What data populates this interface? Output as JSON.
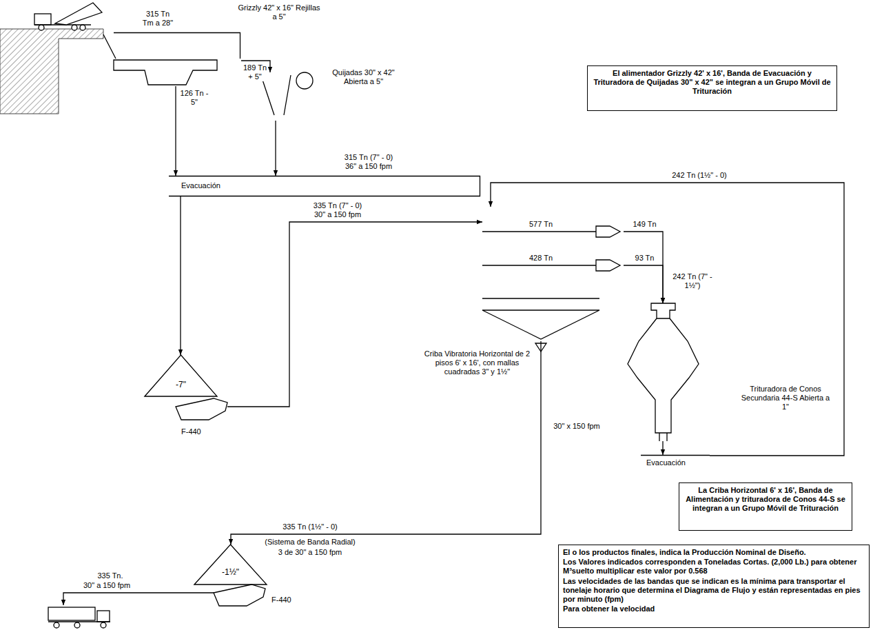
{
  "diagram": {
    "nodes": [
      {
        "text": [
          "Grizzly 42\" x 16\" Rejillas a 5\""
        ]
      },
      {
        "text": [
          "Quijadas 30\" x 42\" Abierta a 5\""
        ]
      },
      {
        "text": [
          "Evacuación"
        ]
      },
      {
        "text": [
          "-7\""
        ]
      },
      {
        "text": [
          "F-440"
        ]
      },
      {
        "text": [
          "Criba Vibratoria Horizontal de 2 pisos 6' x 16', con mallas cuadradas 3\" y 1½\""
        ]
      },
      {
        "text": [
          "Trituradora de Conos Secundaria 44-S Abierta a 1\""
        ]
      },
      {
        "text": [
          "Evacuación"
        ]
      },
      {
        "text": [
          "-1½\""
        ]
      },
      {
        "text": [
          "F-440"
        ]
      },
      {
        "text": [
          "El alimentador Grizzly 42' x 16', Banda de Evacuación y Trituradora de Quijadas 30\" x 42\" se integran a un Grupo Móvil de Trituración"
        ]
      },
      {
        "text": [
          "La Criba Horizontal 6' x 16', Banda de Alimentación y trituradora de Conos 44-S se integran a un Grupo Móvil de Trituración"
        ]
      },
      {
        "text": [
          "El o los productos finales, indica la Producción Nominal de Diseño.",
          "Los Valores indicados corresponden a Toneladas Cortas. (2,000 Lb.) para obtener M³suelto multiplicar este valor por 0.568",
          "Las velocidades de las bandas que se indican es la mínima para transportar el tonelaje horario que determina el Diagrama de Flujo y están representadas en pies por minuto (fpm)",
          "Para obtener la velocidad"
        ]
      }
    ],
    "edges": [
      {
        "from": 0,
        "to": 1,
        "arrow": "to",
        "label": "189 Tn + 5\""
      },
      {
        "from": 0,
        "to": 2,
        "arrow": "to",
        "label": "126 Tn - 5\""
      },
      {
        "from": 1,
        "to": 2,
        "arrow": "to"
      },
      {
        "from": 2,
        "to": 3,
        "arrow": "to",
        "label": "315 Tn (7\" - 0) 36\" a 150 fpm"
      },
      {
        "from": 4,
        "to": 5,
        "arrow": "to",
        "label": "335 Tn (7\" - 0) 30\" a 150 fpm"
      },
      {
        "from": 5,
        "to": 6,
        "arrow": "to",
        "label": "149 Tn"
      },
      {
        "from": 5,
        "to": 6,
        "arrow": "to",
        "label": "93 Tn"
      },
      {
        "from": 6,
        "to": 7,
        "arrow": "to"
      },
      {
        "from": 7,
        "to": 5,
        "arrow": "to",
        "label": "242 Tn (1½\" - 0)"
      },
      {
        "from": 5,
        "to": 8,
        "arrow": "to",
        "label": "335 Tn (1½\" - 0)"
      }
    ],
    "labels": [
      "315 Tn Tm a 28\"",
      "577 Tn",
      "428 Tn",
      "242 Tn (7\" - 1½\")",
      "30\" x 150 fpm",
      "(Sistema de Banda Radial)",
      "3 de 30\" a 150 fpm",
      "335 Tn.",
      "30\" a 150 fpm"
    ]
  }
}
